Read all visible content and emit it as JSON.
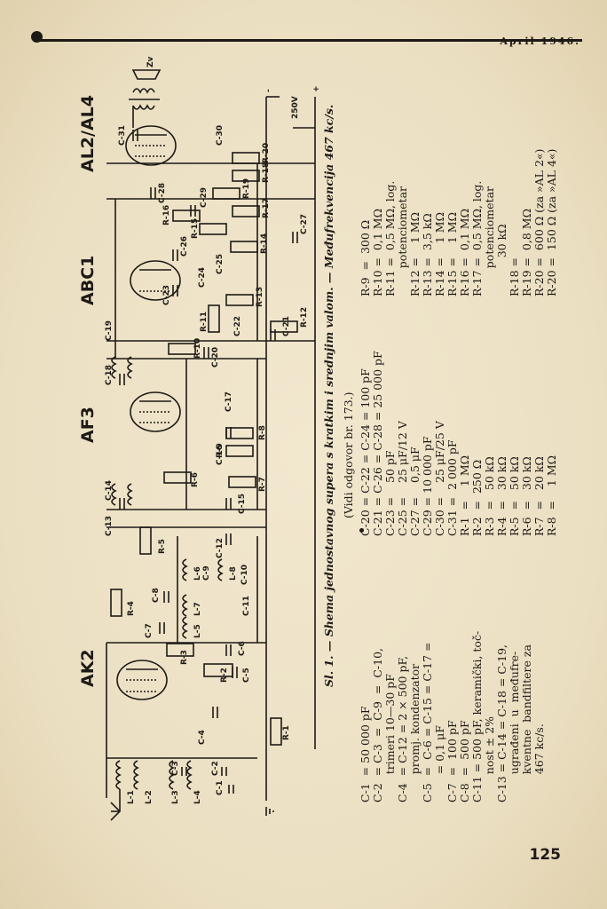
{
  "header": {
    "date": "April 1946."
  },
  "page_number": "125",
  "caption": "Sl. 1. — Shema jednostavnog supera s kratkim i srednjim valom. — Međufrekvencija 467 kc/s.",
  "reference": "(Vidi odgovor br. 173.)",
  "tubes": {
    "ak2": "AK2",
    "af3": "AF3",
    "abc1": "ABC1",
    "al": "AL2/AL4"
  },
  "supply": {
    "voltage": "250V",
    "minus": "-",
    "plus": "+"
  },
  "component_labels": {
    "c1": "C-1",
    "c2": "C-2",
    "c3": "C-3",
    "c4": "C-4",
    "c5": "C-5",
    "c6": "C-6",
    "c7": "C-7",
    "c8": "C-8",
    "c9": "C-9",
    "c10": "C-10",
    "c11": "C-11",
    "c12": "C-12",
    "c13": "C-13",
    "c14": "C-14",
    "c15": "C-15",
    "c16": "C-16",
    "c17": "C-17",
    "c18": "C-18",
    "c19": "C-19",
    "c20": "C-20",
    "c21": "C-21",
    "c22": "C-22",
    "c23": "C-23",
    "c24": "C-24",
    "c25": "C-25",
    "c26": "C-26",
    "c27": "C-27",
    "c28": "C-28",
    "c29": "C-29",
    "c30": "C-30",
    "c31": "C-31",
    "r1": "R-1",
    "r2": "R-2",
    "r3": "R-3",
    "r4": "R-4",
    "r5": "R-5",
    "r6": "R-6",
    "r7": "R-7",
    "r8": "R-8",
    "r9": "R-9",
    "r10": "R-10",
    "r11": "R-11",
    "r12": "R-12",
    "r13": "R-13",
    "r14": "R-14",
    "r15": "R-15",
    "r16": "R-16",
    "r17": "R-17",
    "r18": "R-18",
    "r19": "R-19",
    "r20": "R-20",
    "l1": "L-1",
    "l2": "L-2",
    "l3": "L-3",
    "l4": "L-4",
    "l5": "L-5",
    "l6": "L-6",
    "l7": "L-7",
    "l8": "L-8",
    "zv": "Zv"
  },
  "parts_list": {
    "col1": "C-1  = 50 000 pF\nC-2  = C-3  =  C-9  =  C-10,\n        trimeri 10—30 pF\nC-4  = C-12 = 2 × 500 pF,\n        promj. kondenzator\nC-5  =  C-6 = C-15 = C-17 =\n        = 0,1 μF\nC-7  =  100 pF\nC-8  =  500 pF\nC-11 = 500 pF, keramički, toč-\n        nost ± 2%\nC-13 = C-14 = C-18 = C-19,\n        ugrađeni  u  međufre-\n        kventne  bandfiltere za\n        467 kc/s.",
    "col2": "C-20 = C-22 = C-24 = 100 pF\nC-21 = C-26 = C-28 = 25 000 pF\nC-23 =    50 pF\nC-25 =    25 μF/12 V\nC-27 =    0,5 μF\nC-29 = 10 000 pF\nC-30 =    25 μF/25 V\nC-31 =  2 000 pF\nR-1  =    1 MΩ\nR-2  =  250 Ω\nR-3  =   50 kΩ\nR-4  =   30 kΩ\nR-5  =   50 kΩ\nR-6  =   30 kΩ\nR-7  =   20 kΩ\nR-8  =    1 MΩ",
    "col3": "R-9  =  300 Ω\nR-10 =  0,1 MΩ\nR-11 =  0,5 MΩ, log.\n        potenciometar\nR-12 =    1 MΩ\nR-13 =  3,5 kΩ\nR-14 =    1 MΩ\nR-15 =    1 MΩ\nR-16 =  0,1 MΩ\nR-17 =  0,5 MΩ, log.\n        potenciometar\n           30 kΩ\nR-18 =\nR-19 =  0,8 MΩ\nR-20 =  600 Ω (za »AL 2«)\nR-20 =  150 Ω (za »AL 4«)"
  }
}
